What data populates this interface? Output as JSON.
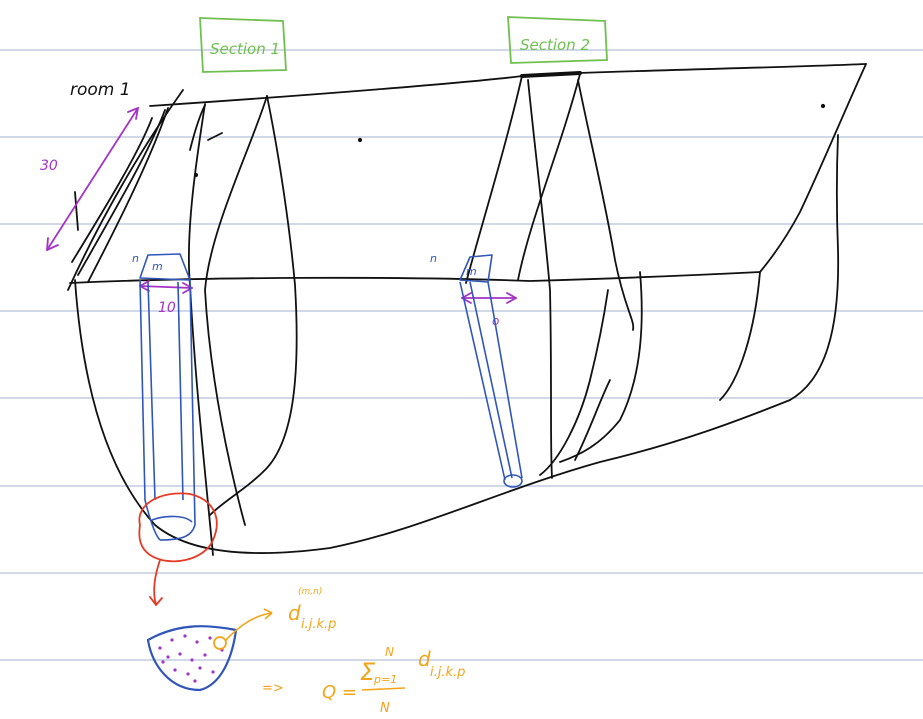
{
  "colors": {
    "ruled_line": "#b7c2d8",
    "ink_black": "#111111",
    "ink_green": "#6fc04f",
    "ink_purple": "#a433c6",
    "ink_blue": "#2f56b8",
    "ink_red": "#e53a25",
    "ink_orange": "#f4a418"
  },
  "labels": {
    "section1": "Section 1",
    "section2": "Section 2",
    "room": "room 1",
    "dim_30": "30",
    "dim_10": "10",
    "dim_small": "o",
    "n_left": "n",
    "m_left": "m",
    "n_right": "n",
    "m_right": "m",
    "d_super": "(m,n)",
    "d_main": "d",
    "d_sub": "i.j.k.p",
    "implies": "=>",
    "q_lhs": "Q =",
    "sum_top": "N",
    "sum_sym": "Σ",
    "sum_bottom": "p=1",
    "q_term_main": "d",
    "q_term_sub": "i.j.k.p",
    "denominator": "N"
  }
}
